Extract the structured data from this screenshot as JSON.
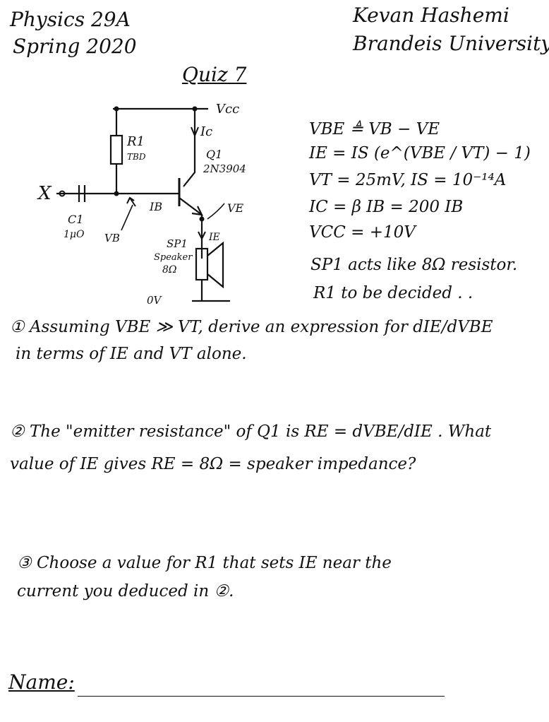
{
  "header": {
    "course": "Physics 29A",
    "term": "Spring 2020",
    "author": "Kevan Hashemi",
    "institution": "Brandeis University",
    "title": "Quiz 7"
  },
  "circuit": {
    "vcc": "Vcc",
    "ic": "Ic",
    "r1_name": "R1",
    "r1_value": "TBD",
    "q1_name": "Q1",
    "q1_part": "2N3904",
    "x_label": "X",
    "c1_name": "C1",
    "c1_value": "1μO",
    "ib": "IB",
    "vb": "VB",
    "ve": "VE",
    "ie": "IE",
    "spk_name": "SP1",
    "spk_word": "Speaker",
    "spk_value": "8Ω",
    "ground": "0V"
  },
  "equations": [
    "VBE ≜ VB − VE",
    "IE = IS (e^(VBE / VT) − 1)",
    "VT = 25mV,  IS = 10⁻¹⁴A",
    "IC = β IB = 200 IB",
    "VCC = +10V",
    "SP1 acts like 8Ω resistor.",
    "R1 to be decided . ."
  ],
  "questions": [
    {
      "number": "①",
      "line1": "Assuming VBE ≫ VT, derive an expression for dIE/dVBE",
      "line2": "in terms of IE and VT alone."
    },
    {
      "number": "②",
      "line1": "The \"emitter resistance\" of Q1 is RE = dVBE/dIE . What",
      "line2": "value of IE gives  RE = 8Ω = speaker impedance?"
    },
    {
      "number": "③",
      "line1": "Choose a value for R1 that sets IE near the",
      "line2": "current you deduced in ②."
    }
  ],
  "footer": {
    "name_label": "Name:"
  }
}
